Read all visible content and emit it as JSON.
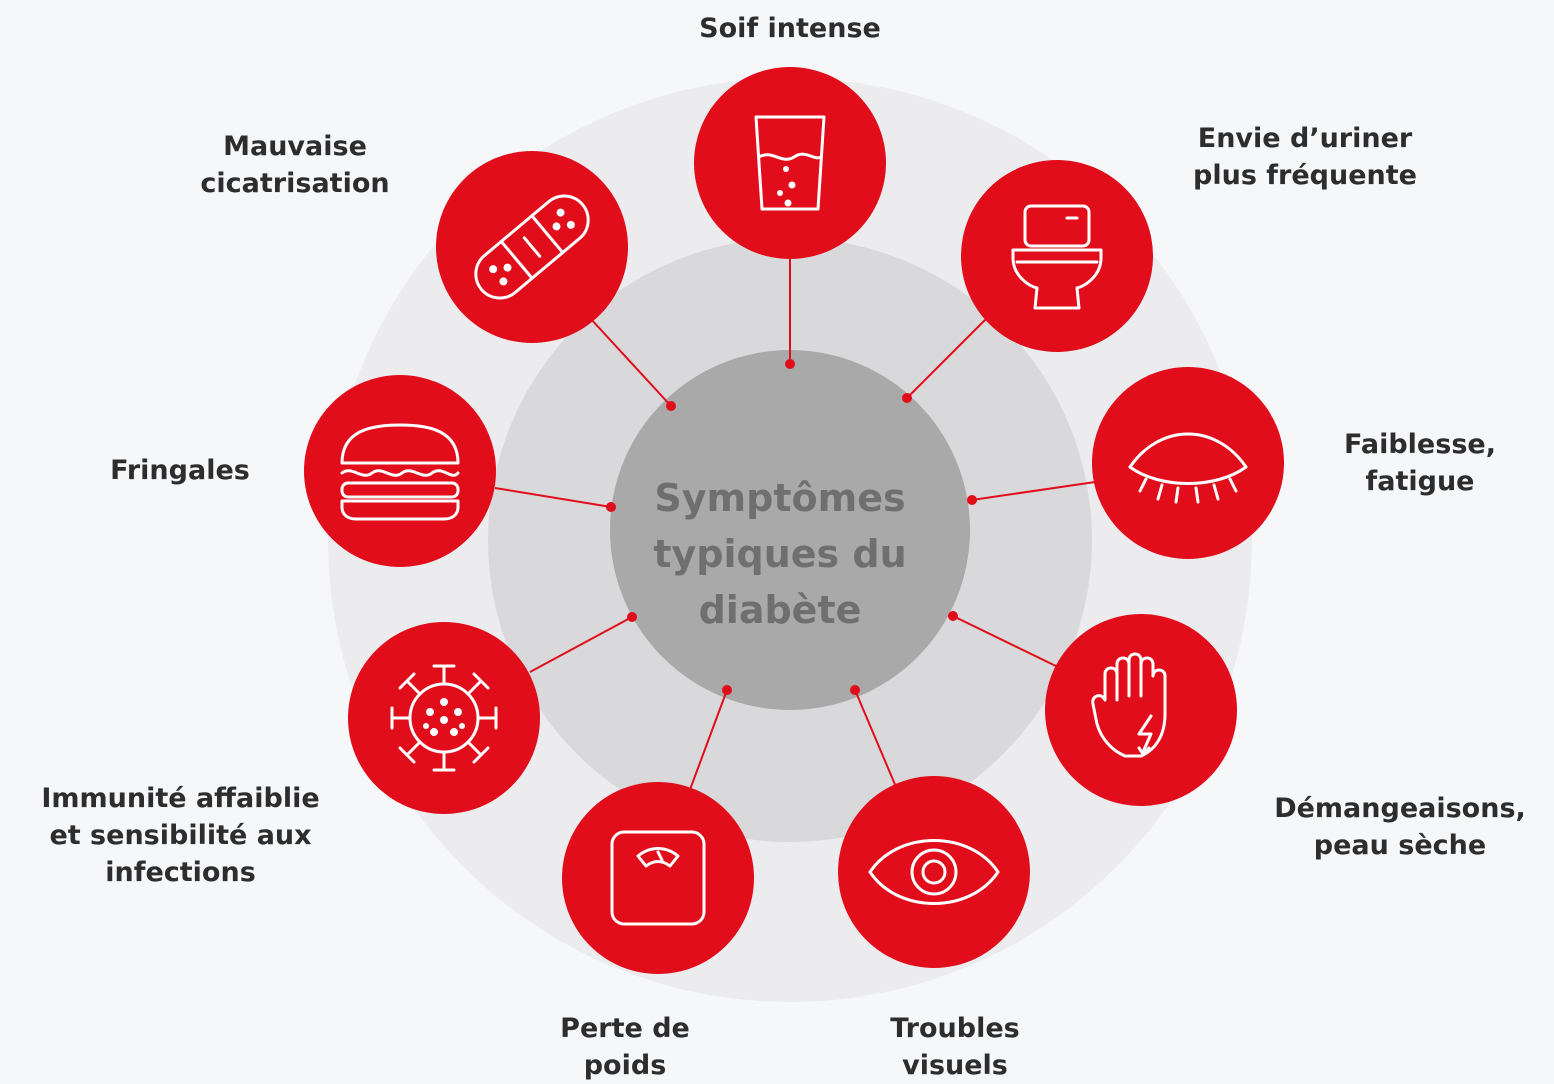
{
  "center": {
    "line1": "Symptômes",
    "line2": "typiques du",
    "line3": "diabète"
  },
  "colors": {
    "accent": "#e10d1a",
    "outer_ring": "#ececee",
    "middle_ring": "#d9d9db",
    "center_disc": "#a9a9a9",
    "background": "#f6f7f9"
  },
  "symptoms": [
    {
      "icon": "glass-of-water-icon",
      "lines": [
        "Soif intense"
      ]
    },
    {
      "icon": "toilet-icon",
      "lines": [
        "Envie d’uriner",
        "plus fréquente"
      ]
    },
    {
      "icon": "closed-eye-icon",
      "lines": [
        "Faiblesse,",
        "fatigue"
      ]
    },
    {
      "icon": "hand-lightning-icon",
      "lines": [
        "Démangeaisons,",
        "peau sèche"
      ]
    },
    {
      "icon": "eye-icon",
      "lines": [
        "Troubles",
        "visuels"
      ]
    },
    {
      "icon": "scale-icon",
      "lines": [
        "Perte de",
        "poids"
      ]
    },
    {
      "icon": "virus-icon",
      "lines": [
        "Immunité affaiblie",
        "et sensibilité aux",
        "infections"
      ]
    },
    {
      "icon": "burger-icon",
      "lines": [
        "Fringales"
      ]
    },
    {
      "icon": "bandage-icon",
      "lines": [
        "Mauvaise",
        "cicatrisation"
      ]
    }
  ]
}
